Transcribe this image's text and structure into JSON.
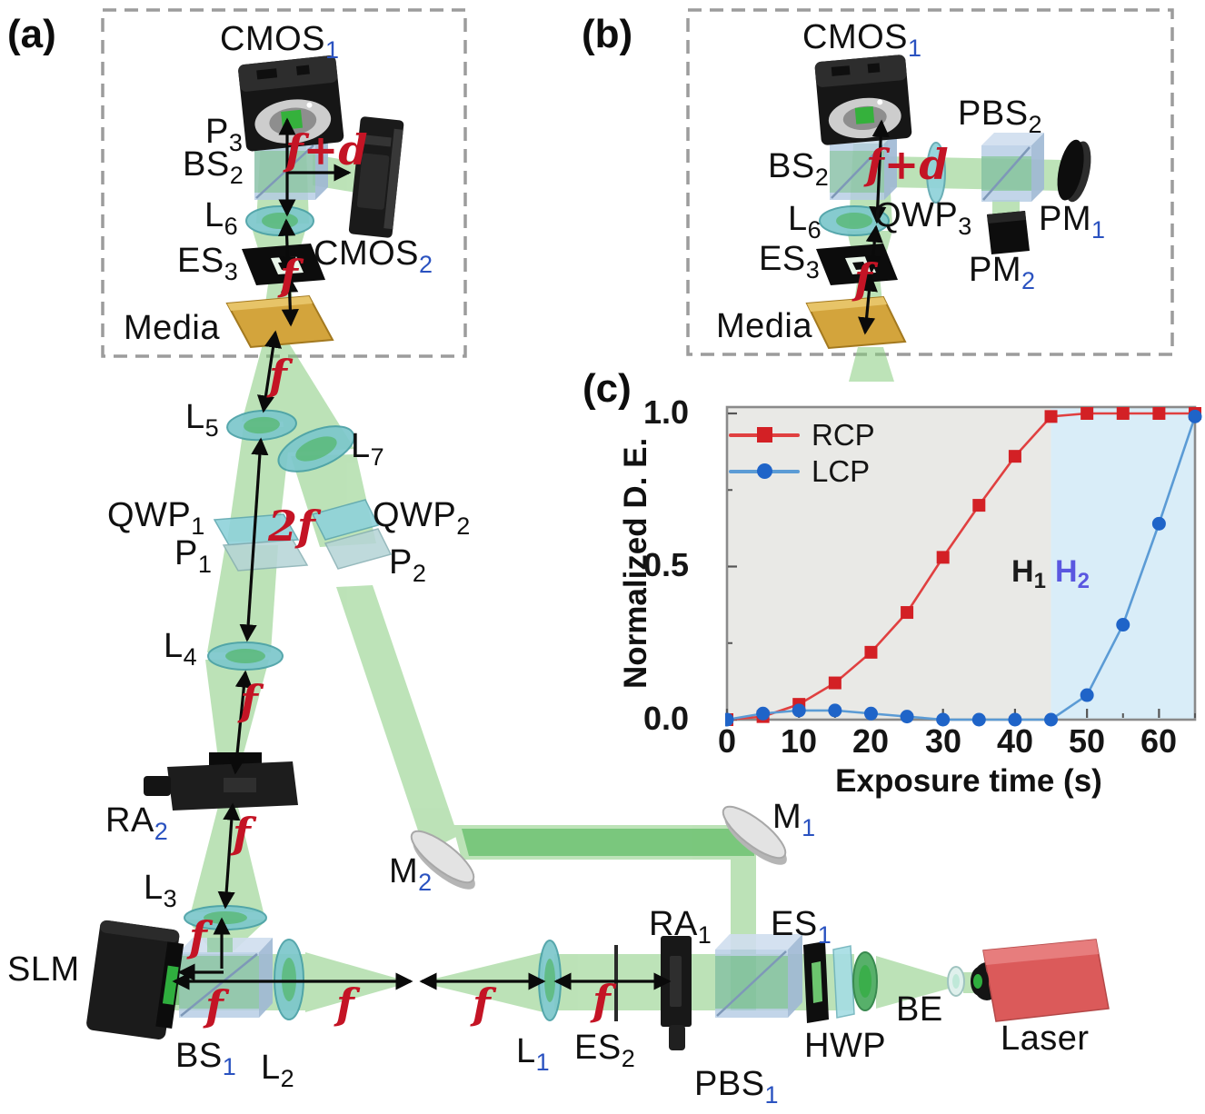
{
  "panels": {
    "a": "(a)",
    "b": "(b)",
    "c": "(c)"
  },
  "labels": {
    "cmos1a": {
      "text": "CMOS",
      "sub": "1"
    },
    "p3": {
      "text": "P",
      "sub": "3"
    },
    "bs2a": {
      "text": "BS",
      "sub": "2"
    },
    "l6a": {
      "text": "L",
      "sub": "6"
    },
    "cmos2": {
      "text": "CMOS",
      "sub": "2"
    },
    "es3a": {
      "text": "ES",
      "sub": "3"
    },
    "media_a": {
      "text": "Media"
    },
    "l5": {
      "text": "L",
      "sub": "5"
    },
    "l7": {
      "text": "L",
      "sub": "7"
    },
    "qwp1": {
      "text": "QWP",
      "sub": "1"
    },
    "p1": {
      "text": "P",
      "sub": "1"
    },
    "qwp2": {
      "text": "QWP",
      "sub": "2"
    },
    "p2": {
      "text": "P",
      "sub": "2"
    },
    "l4": {
      "text": "L",
      "sub": "4"
    },
    "ra2": {
      "text": "RA",
      "sub": "2"
    },
    "l3": {
      "text": "L",
      "sub": "3"
    },
    "slm": {
      "text": "SLM"
    },
    "bs1": {
      "text": "BS",
      "sub": "1"
    },
    "l2": {
      "text": "L",
      "sub": "2"
    },
    "l1": {
      "text": "L",
      "sub": "1"
    },
    "es2": {
      "text": "ES",
      "sub": "2"
    },
    "ra1": {
      "text": "RA",
      "sub": "1"
    },
    "m2": {
      "text": "M",
      "sub": "2"
    },
    "m1": {
      "text": "M",
      "sub": "1"
    },
    "pbs1": {
      "text": "PBS",
      "sub": "1"
    },
    "es1": {
      "text": "ES",
      "sub": "1"
    },
    "hwp": {
      "text": "HWP"
    },
    "be": {
      "text": "BE"
    },
    "laser": {
      "text": "Laser"
    },
    "cmos1b": {
      "text": "CMOS",
      "sub": "1"
    },
    "pbs2": {
      "text": "PBS",
      "sub": "2"
    },
    "bs2b": {
      "text": "BS",
      "sub": "2"
    },
    "qwp3": {
      "text": "QWP",
      "sub": "3"
    },
    "l6b": {
      "text": "L",
      "sub": "6"
    },
    "pm1": {
      "text": "PM",
      "sub": "1"
    },
    "es3b": {
      "text": "ES",
      "sub": "3"
    },
    "pm2": {
      "text": "PM",
      "sub": "2"
    },
    "media_b": {
      "text": "Media"
    }
  },
  "beam_labels": {
    "f": "f",
    "two_f": "2f",
    "f_plus_d": "f+d"
  },
  "colors": {
    "beam_green": "#86cc7e",
    "annotation_red": "#c41425",
    "subscript_blue": "#2a52c0",
    "laser_red": "#db5a5a"
  },
  "chart_data": {
    "type": "line",
    "title": "",
    "xlabel": "Exposure time (s)",
    "ylabel": "Normalized D. E.",
    "xlim": [
      0,
      65
    ],
    "ylim": [
      0.0,
      1.0
    ],
    "x": [
      0,
      5,
      10,
      15,
      20,
      25,
      30,
      35,
      40,
      45,
      50,
      55,
      60,
      65
    ],
    "series": [
      {
        "name": "RCP",
        "marker": "square",
        "color": "#d32025",
        "line_color": "#e04040",
        "values": [
          0.0,
          0.01,
          0.05,
          0.12,
          0.22,
          0.35,
          0.53,
          0.7,
          0.86,
          0.99,
          1.0,
          1.0,
          1.0,
          1.0
        ]
      },
      {
        "name": "LCP",
        "marker": "circle",
        "color": "#1f64c8",
        "line_color": "#5b9bd5",
        "values": [
          0.0,
          0.02,
          0.03,
          0.03,
          0.02,
          0.01,
          0.0,
          0.0,
          0.0,
          0.0,
          0.08,
          0.31,
          0.64,
          0.99
        ]
      }
    ],
    "xticks": [
      "0",
      "10",
      "20",
      "30",
      "40",
      "50",
      "60"
    ],
    "xtick_values": [
      0,
      10,
      20,
      30,
      40,
      50,
      60
    ],
    "xminor_values": [
      5,
      15,
      25,
      35,
      45,
      55,
      65
    ],
    "yticks": [
      "1.0",
      "0.5",
      "0.0"
    ],
    "ytick_values": [
      1.0,
      0.5,
      0.0
    ],
    "yminor_values": [
      0.25,
      0.75
    ],
    "regions": [
      {
        "from": 0,
        "to": 45,
        "color": "#e9e9e6",
        "label": "H1"
      },
      {
        "from": 45,
        "to": 65,
        "color": "#d9edf8",
        "label": "H2"
      }
    ],
    "annotations": [
      {
        "text": "H",
        "sub": "1",
        "color": "#1c1c1c"
      },
      {
        "text": "H",
        "sub": "2",
        "color": "#5a57e0"
      }
    ],
    "legend_position": "top-left",
    "grid": false
  }
}
